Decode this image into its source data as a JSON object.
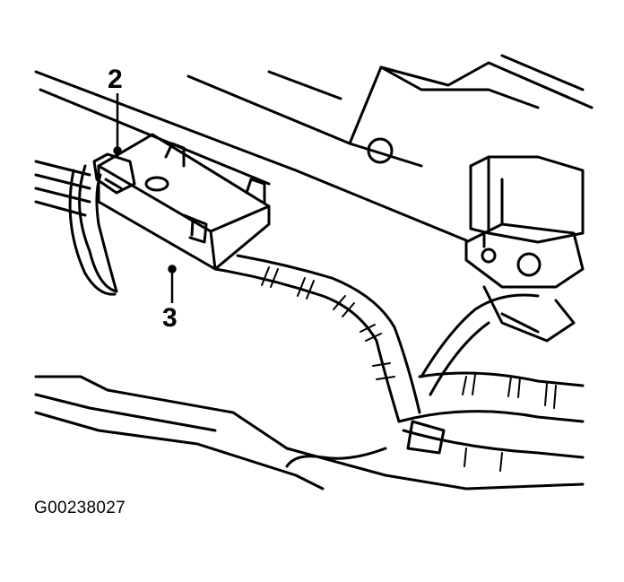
{
  "diagram": {
    "callouts": [
      {
        "id": "2",
        "label": "2"
      },
      {
        "id": "3",
        "label": "3"
      }
    ],
    "figure_id": "G00238027"
  }
}
